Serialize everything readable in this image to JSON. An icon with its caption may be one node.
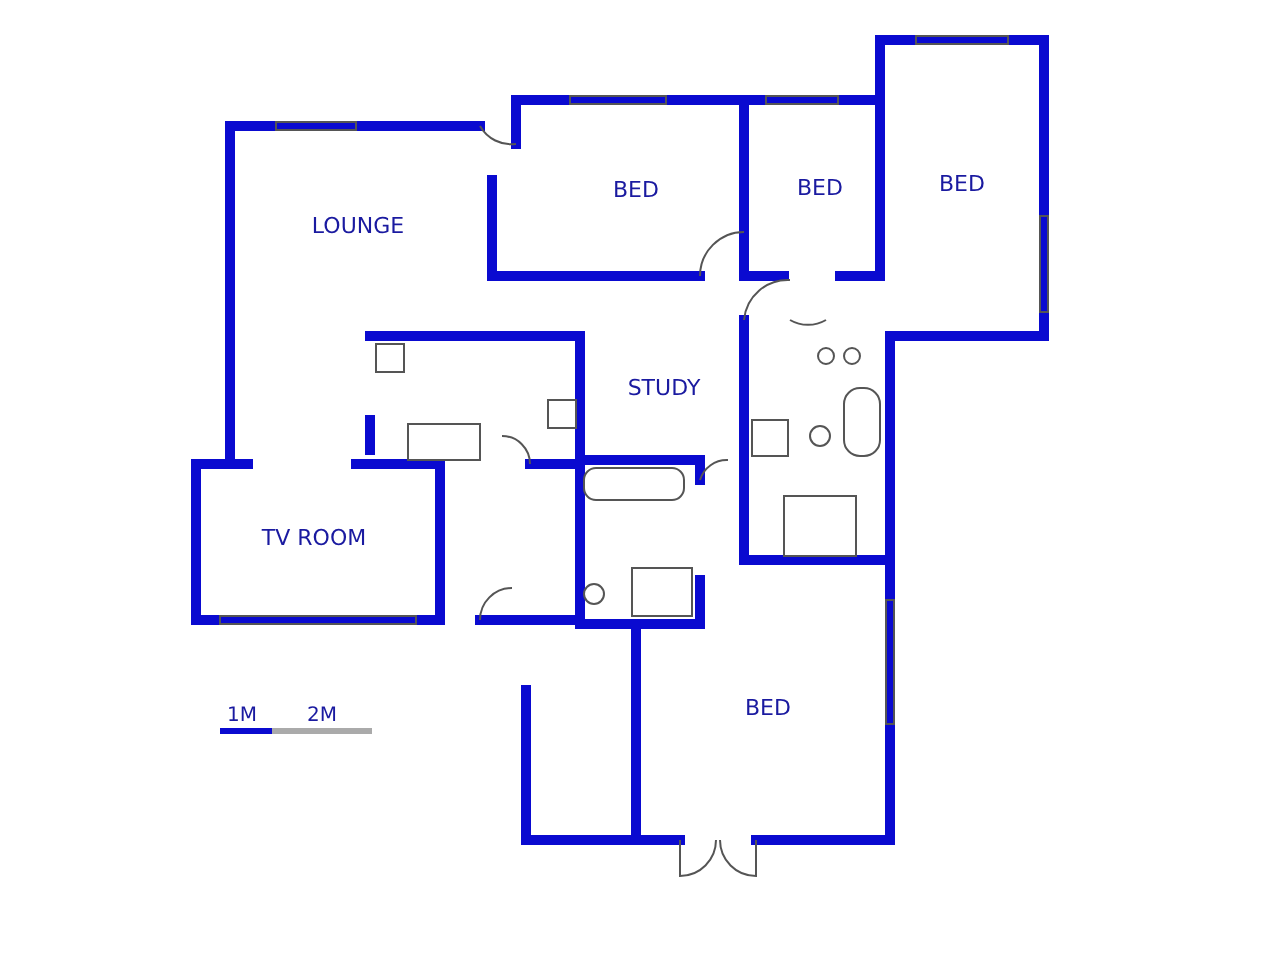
{
  "diagram": {
    "labels": [
      "LOUNGE",
      "BED",
      "BED",
      "BED",
      "STUDY",
      "TV ROOM",
      "BED",
      "1M",
      "2M"
    ]
  }
}
